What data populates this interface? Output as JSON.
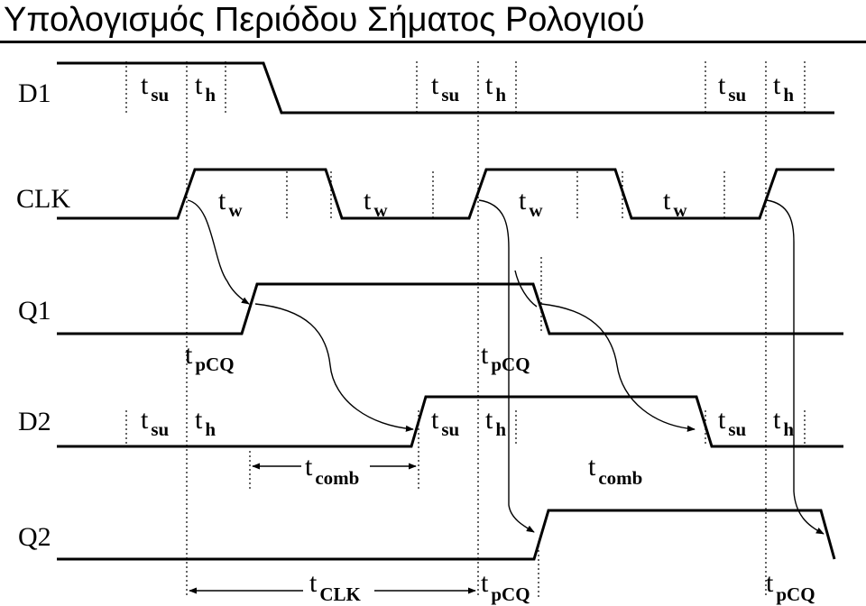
{
  "title": "Υπολογισμός Περιόδου Σήματος Ρολογιού",
  "signals": [
    "D1",
    "CLK",
    "Q1",
    "D2",
    "Q2"
  ],
  "labels": {
    "t": "t",
    "su": "su",
    "h": "h",
    "w": "w",
    "pcq": "pCQ",
    "comb": "comb",
    "clk": "CLK"
  }
}
